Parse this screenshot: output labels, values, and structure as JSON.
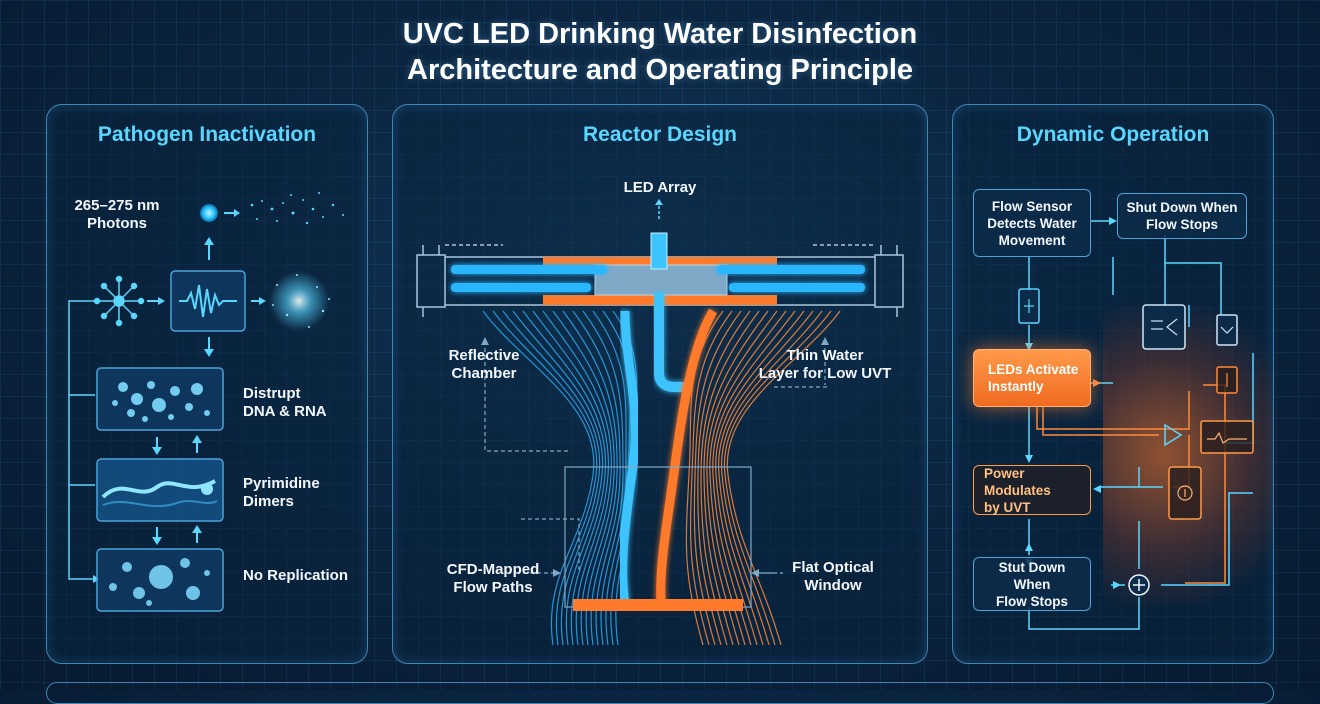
{
  "title": {
    "line1": "UVC LED Drinking Water Disinfection",
    "line2": "Architecture and Operating Principle"
  },
  "panel_pathogen": {
    "title": "Pathogen Inactivation",
    "photons_line1": "265–275 nm",
    "photons_line2": "Photons",
    "step1_line1": "Distrupt",
    "step1_line2": "DNA & RNA",
    "step2_line1": "Pyrimidine",
    "step2_line2": "Dimers",
    "step3": "No Replication"
  },
  "panel_reactor": {
    "title": "Reactor Design",
    "led_array": "LED Array",
    "reflective_line1": "Reflective",
    "reflective_line2": "Chamber",
    "thin_line1": "Thin Water",
    "thin_line2": "Layer for Low UVT",
    "cfd_line1": "CFD-Mapped",
    "cfd_line2": "Flow Paths",
    "window_line1": "Flat Optical",
    "window_line2": "Window"
  },
  "panel_dynamic": {
    "title": "Dynamic Operation",
    "flow_sensor_line1": "Flow Sensor",
    "flow_sensor_line2": "Detects Water",
    "flow_sensor_line3": "Movement",
    "shutdown_top_line1": "Shut Down When",
    "shutdown_top_line2": "Flow Stops",
    "leds_line1": "LEDs Activate",
    "leds_line2": "Instantly",
    "power_line1": "Power Modulates",
    "power_line2": "by UVT",
    "shutdown_bottom_line1": "Stut Down When",
    "shutdown_bottom_line2": "Flow Stops"
  },
  "colors": {
    "accent_cyan": "#5ad6ff",
    "uv_blue": "#29b6ff",
    "hot_orange": "#ff7a2a",
    "panel_border": "#3f86b8"
  }
}
